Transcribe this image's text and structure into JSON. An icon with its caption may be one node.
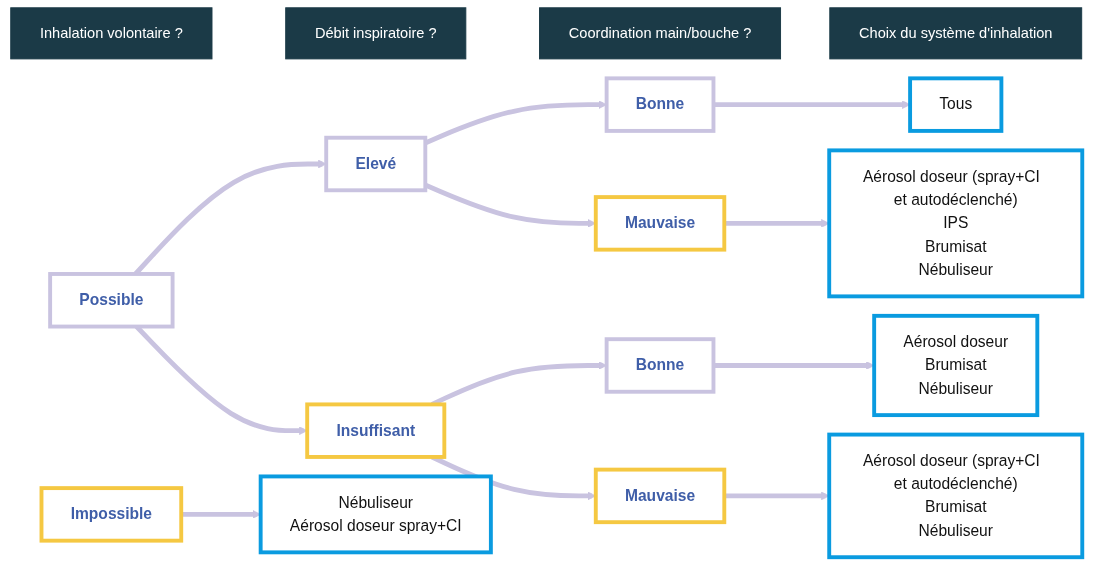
{
  "diagram": {
    "nodes": [
      {
        "text": [
          "Inhalation volontaire ?"
        ]
      },
      {
        "text": [
          "Débit inspiratoire ?"
        ]
      },
      {
        "text": [
          "Coordination main/bouche ?"
        ]
      },
      {
        "text": [
          "Choix du système d'inhalation"
        ]
      },
      {
        "text": [
          "Possible"
        ]
      },
      {
        "text": [
          "Impossible"
        ]
      },
      {
        "text": [
          "Elevé"
        ]
      },
      {
        "text": [
          "Insuffisant"
        ]
      },
      {
        "text": [
          "Bonne"
        ]
      },
      {
        "text": [
          "Mauvaise"
        ]
      },
      {
        "text": [
          "Bonne"
        ]
      },
      {
        "text": [
          "Mauvaise"
        ]
      },
      {
        "text": [
          "Tous"
        ]
      },
      {
        "text": [
          "Aérosol doseur (spray+CI  et autodéclenché)",
          "IPS",
          "Brumisat",
          "Nébuliseur"
        ]
      },
      {
        "text": [
          "Aérosol doseur",
          "Brumisat",
          "Nébuliseur"
        ]
      },
      {
        "text": [
          "Aérosol doseur (spray+CI  et autodéclenché)",
          "Brumisat",
          "Nébuliseur"
        ]
      },
      {
        "text": [
          "Nébuliseur",
          "Aérosol doseur spray+CI"
        ]
      }
    ],
    "edges": [
      {
        "from": 4,
        "to": 6,
        "arrow": "to"
      },
      {
        "from": 4,
        "to": 7,
        "arrow": "to"
      },
      {
        "from": 6,
        "to": 8,
        "arrow": "to"
      },
      {
        "from": 6,
        "to": 9,
        "arrow": "to"
      },
      {
        "from": 7,
        "to": 10,
        "arrow": "to"
      },
      {
        "from": 7,
        "to": 11,
        "arrow": "to"
      },
      {
        "from": 8,
        "to": 12,
        "arrow": "to"
      },
      {
        "from": 9,
        "to": 13,
        "arrow": "to"
      },
      {
        "from": 10,
        "to": 14,
        "arrow": "to"
      },
      {
        "from": 11,
        "to": 15,
        "arrow": "to"
      },
      {
        "from": 5,
        "to": 16,
        "arrow": "to"
      }
    ]
  }
}
